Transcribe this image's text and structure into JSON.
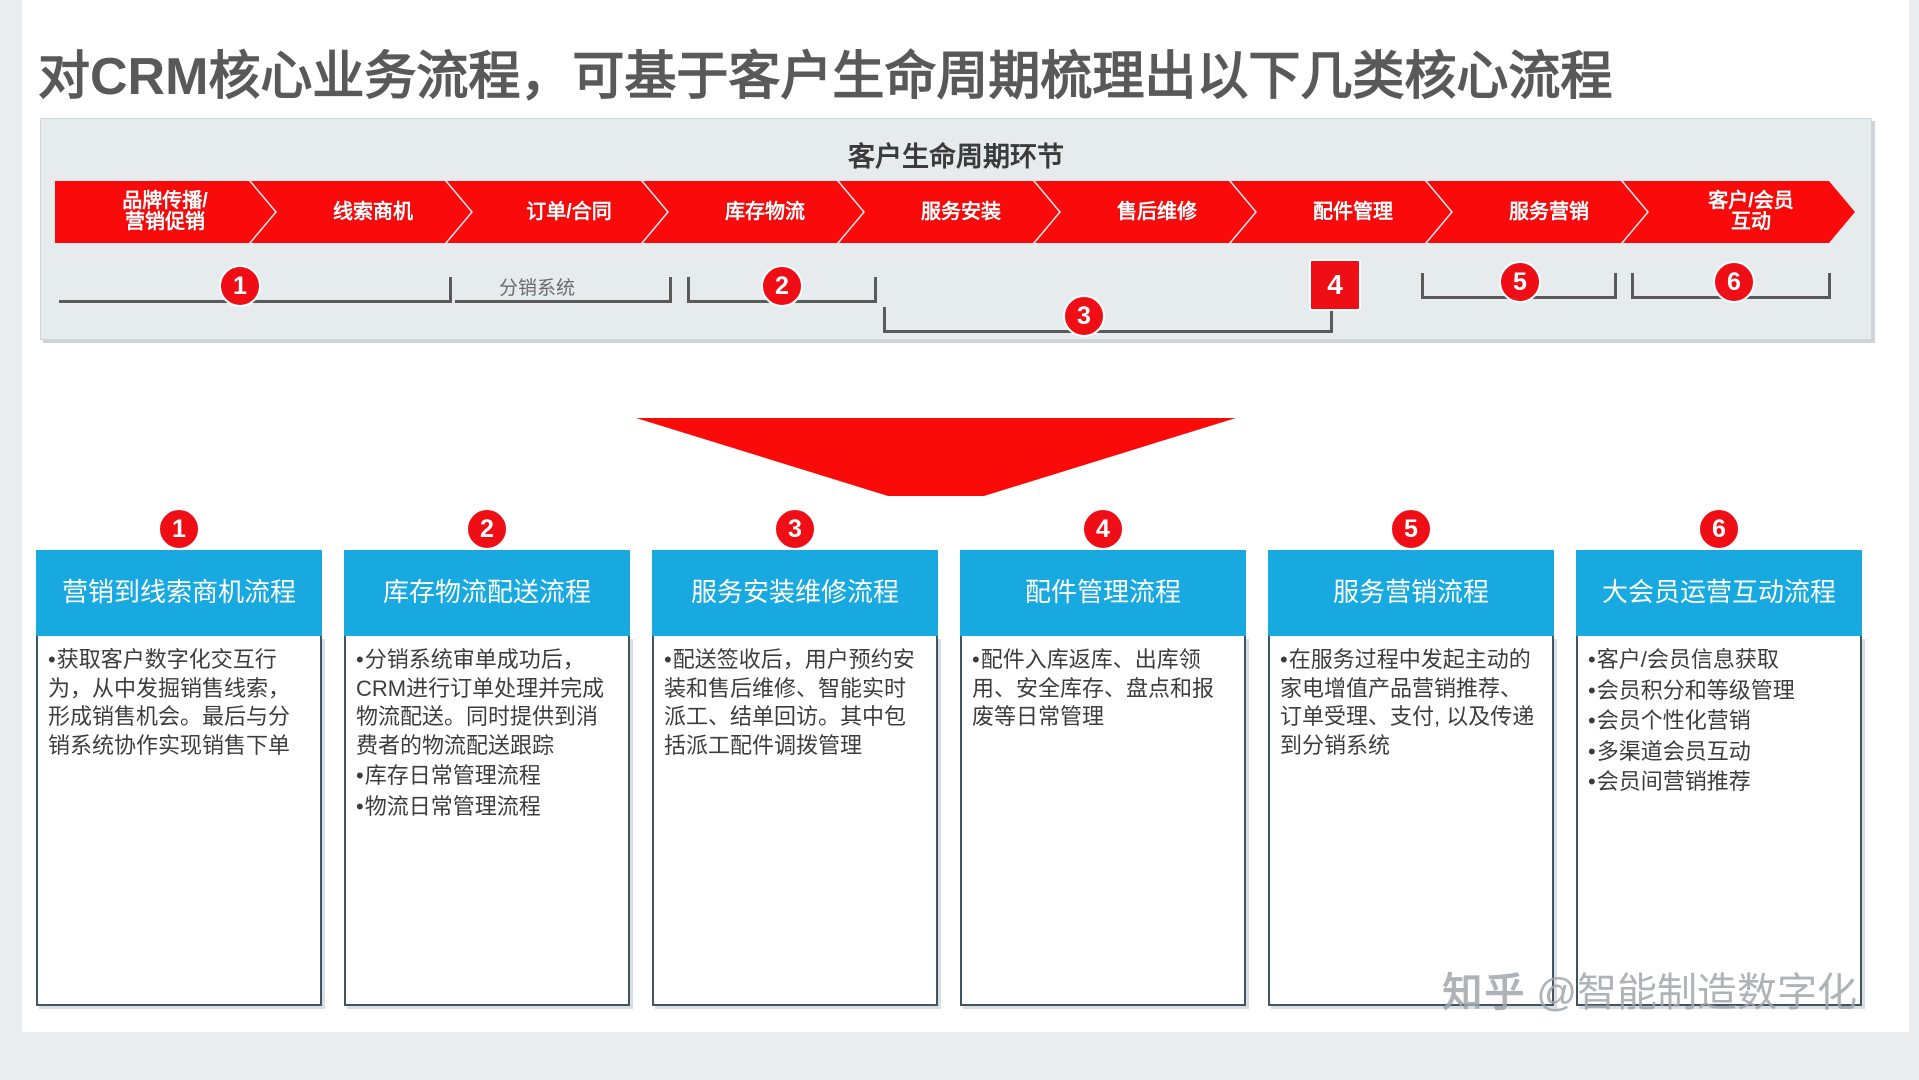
{
  "title": "对CRM核心业务流程，可基于客户生命周期梳理出以下几类核心流程",
  "panel": {
    "heading": "客户生命周期环节",
    "stages": [
      {
        "label": "品牌传播/\n营销促销"
      },
      {
        "label": "线索商机"
      },
      {
        "label": "订单/合同"
      },
      {
        "label": "库存物流"
      },
      {
        "label": "服务安装"
      },
      {
        "label": "售后维修"
      },
      {
        "label": "配件管理"
      },
      {
        "label": "服务营销"
      },
      {
        "label": "客户/会员\n互动"
      }
    ],
    "brackets": [
      {
        "badge": "1",
        "label": ""
      },
      {
        "badge": "2",
        "label": ""
      },
      {
        "badge": "3",
        "label": ""
      },
      {
        "badge": "4",
        "label": ""
      },
      {
        "badge": "5",
        "label": ""
      },
      {
        "badge": "6",
        "label": ""
      }
    ],
    "inline_label": "分销系统"
  },
  "cards": [
    {
      "badge": "1",
      "title": "营销到线索商机流程",
      "bullets": [
        "获取客户数字化交互行为，从中发掘销售线索，形成销售机会。最后与分销系统协作实现销售下单"
      ]
    },
    {
      "badge": "2",
      "title": "库存物流配送流程",
      "bullets": [
        "分销系统审单成功后， CRM进行订单处理并完成物流配送。同时提供到消费者的物流配送跟踪",
        "库存日常管理流程",
        "物流日常管理流程"
      ]
    },
    {
      "badge": "3",
      "title": "服务安装维修流程",
      "bullets": [
        "配送签收后，用户预约安装和售后维修、智能实时派工、结单回访。其中包括派工配件调拨管理"
      ]
    },
    {
      "badge": "4",
      "title": "配件管理流程",
      "bullets": [
        "配件入库返库、出库领用、安全库存、盘点和报废等日常管理"
      ]
    },
    {
      "badge": "5",
      "title": "服务营销流程",
      "bullets": [
        "在服务过程中发起主动的家电增值产品营销推荐、订单受理、支付, 以及传递到分销系统"
      ]
    },
    {
      "badge": "6",
      "title": "大会员运营互动流程",
      "bullets": [
        "客户/会员信息获取",
        "会员积分和等级管理",
        "会员个性化营销",
        "多渠道会员互动",
        "会员间营销推荐"
      ]
    }
  ],
  "watermark": {
    "logo": "知乎",
    "handle": "@智能制造数字化"
  },
  "colors": {
    "red": "#fa0a0a",
    "badge_red": "#ef0d16",
    "blue": "#17a9e0",
    "panel_bg": "#e6ebee",
    "title_gray": "#595959"
  }
}
